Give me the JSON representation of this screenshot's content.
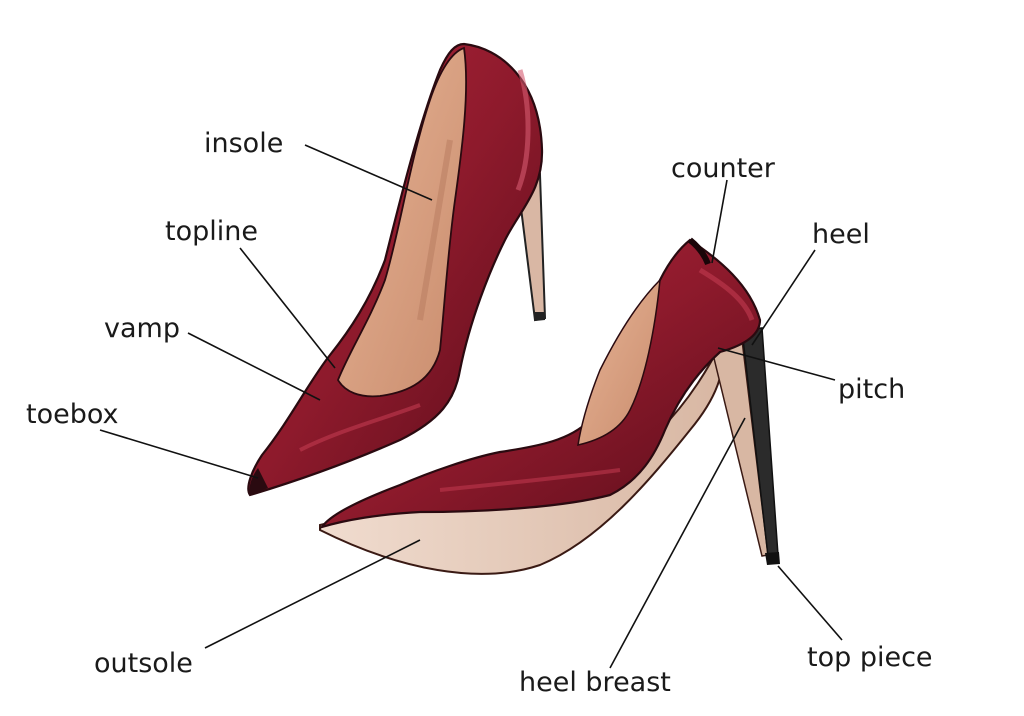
{
  "labels": {
    "insole": "insole",
    "topline": "topline",
    "vamp": "vamp",
    "toebox": "toebox",
    "outsole": "outsole",
    "counter": "counter",
    "heel": "heel",
    "pitch": "pitch",
    "top_piece": "top piece",
    "heel_breast": "heel breast"
  },
  "colors": {
    "upper_red": "#8e1a2c",
    "upper_dark": "#4a0a14",
    "upper_highlight": "#c23a50",
    "lining_tan": "#d9a184",
    "lining_shadow": "#b57a5e",
    "sole_beige": "#e6c9b8",
    "heel_black": "#2b2b2b"
  }
}
